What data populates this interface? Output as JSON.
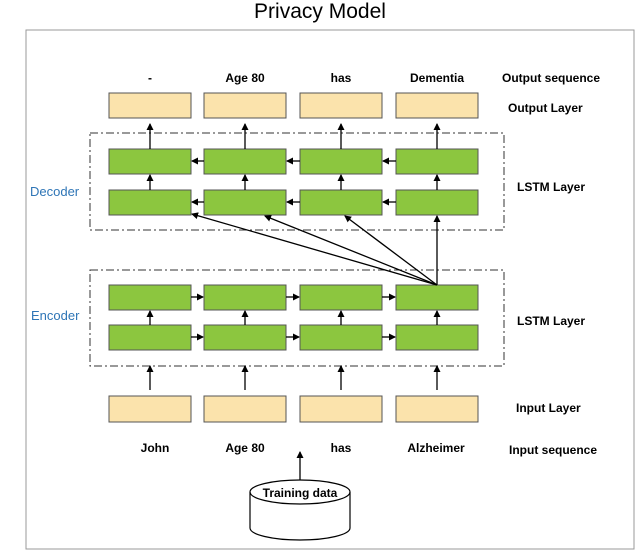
{
  "title": "Privacy Model",
  "output_sequence": [
    "-",
    "Age 80",
    "has",
    "Dementia"
  ],
  "input_sequence": [
    "John",
    "Age 80",
    "has",
    "Alzheimer"
  ],
  "labels": {
    "output_sequence": "Output sequence",
    "output_layer": "Output Layer",
    "decoder_lstm": "LSTM Layer",
    "encoder_lstm": "LSTM Layer",
    "input_layer": "Input Layer",
    "input_sequence": "Input sequence"
  },
  "decoder_label": "Decoder",
  "encoder_label": "Encoder",
  "data_source": "Training data",
  "colors": {
    "io_fill": "#FBE3AC",
    "lstm_fill": "#8CC63F",
    "side_label": "#2E75B6",
    "box_border": "#555555"
  }
}
